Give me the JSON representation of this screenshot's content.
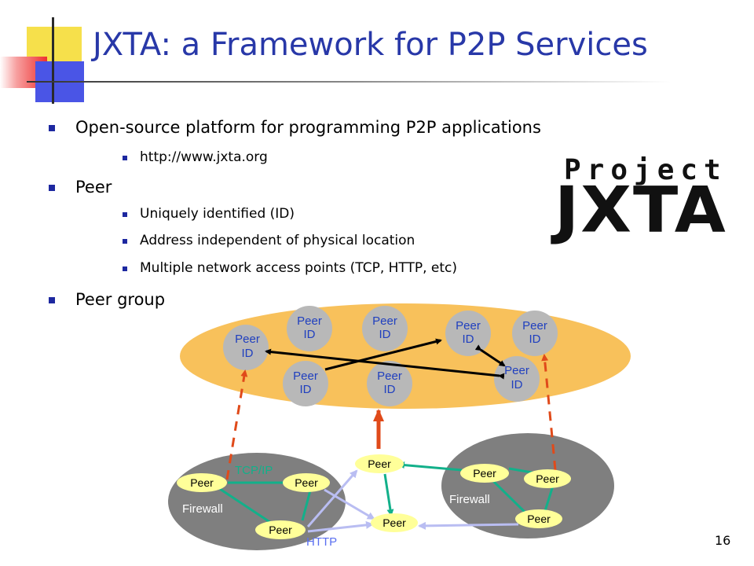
{
  "title": "JXTA: a Framework for P2P Services",
  "bullets": [
    {
      "level": 1,
      "text": "Open-source platform for programming P2P applications"
    },
    {
      "level": 2,
      "text": "http://www.jxta.org"
    },
    {
      "level": 1,
      "text": "Peer"
    },
    {
      "level": 2,
      "text": "Uniquely identified (ID)"
    },
    {
      "level": 2,
      "text": "Address independent of physical location"
    },
    {
      "level": 2,
      "text": "Multiple network access points (TCP, HTTP, etc)"
    },
    {
      "level": 1,
      "text": "Peer group"
    }
  ],
  "logo": {
    "line1": "Project",
    "line2": "JXTA"
  },
  "diagram": {
    "peer_id_line1": "Peer",
    "peer_id_line2": "ID",
    "peer_label": "Peer",
    "firewall_label": "Firewall",
    "tcpip_label": "TCP/IP",
    "http_label": "HTTP",
    "colors": {
      "group": "#f8c15b",
      "node": "#b8b8b8",
      "node_text": "#1f3fbf",
      "firewall_zone": "#7f7f7f",
      "peer_fill": "#ffff99",
      "tcp_line": "#12b08a",
      "http_line": "#b9bdf2",
      "dashed_arrow": "#e04a1a",
      "black_arrow": "#000000"
    }
  },
  "page_number": "16"
}
